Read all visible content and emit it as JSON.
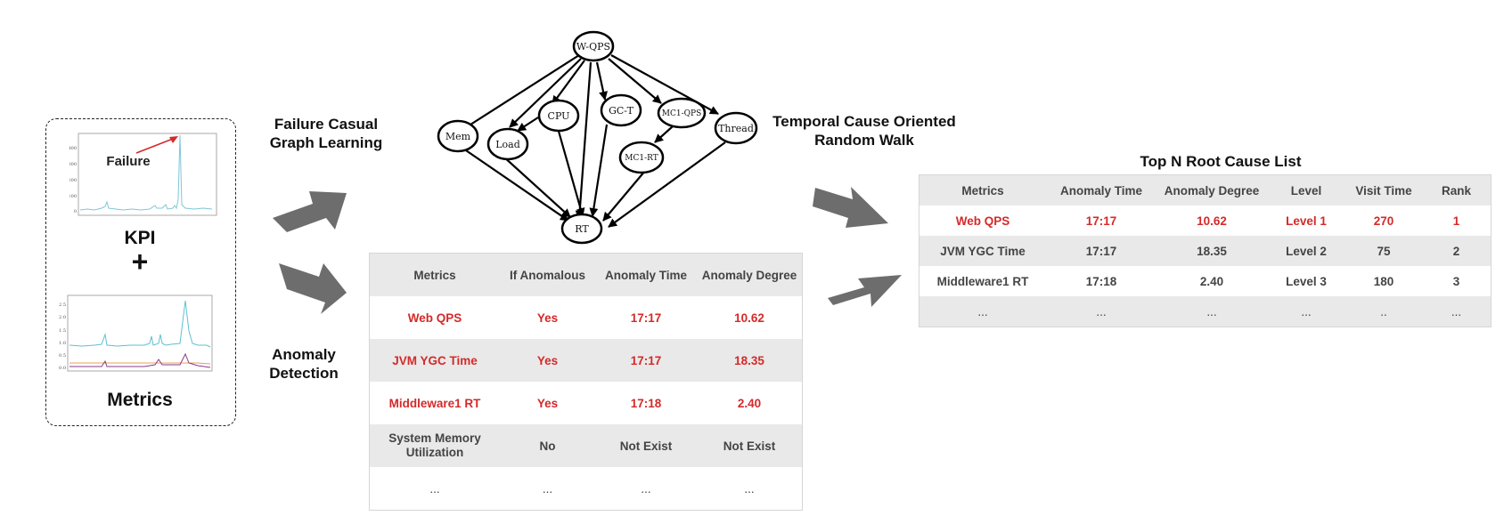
{
  "input": {
    "kpi_label": "KPI",
    "plus": "+",
    "metrics_label": "Metrics",
    "failure_annotation": "Failure",
    "kpi_yticks": [
      "400",
      "300",
      "200",
      "100",
      "0"
    ],
    "metrics_yticks": [
      "2.5",
      "2.0",
      "1.5",
      "1.0",
      "0.5",
      "0.0"
    ]
  },
  "steps": {
    "graph_learning": "Failure Casual\nGraph Learning",
    "anomaly_detection": "Anomaly\nDetection",
    "random_walk": "Temporal Cause Oriented\nRandom Walk"
  },
  "graph": {
    "nodes": [
      "W-QPS",
      "Mem",
      "Load",
      "CPU",
      "GC-T",
      "MC1-QPS",
      "Thread",
      "MC1-RT",
      "RT"
    ]
  },
  "anomaly_table": {
    "headers": [
      "Metrics",
      "If Anomalous",
      "Anomaly Time",
      "Anomaly Degree"
    ],
    "rows": [
      [
        "Web QPS",
        "Yes",
        "17:17",
        "10.62"
      ],
      [
        "JVM YGC Time",
        "Yes",
        "17:17",
        "18.35"
      ],
      [
        "Middleware1 RT",
        "Yes",
        "17:18",
        "2.40"
      ],
      [
        "System Memory\nUtilization",
        "No",
        "Not Exist",
        "Not Exist"
      ],
      [
        "...",
        "...",
        "...",
        "..."
      ]
    ]
  },
  "root_table": {
    "title": "Top N Root Cause List",
    "headers": [
      "Metrics",
      "Anomaly Time",
      "Anomaly  Degree",
      "Level",
      "Visit Time",
      "Rank"
    ],
    "rows": [
      [
        "Web QPS",
        "17:17",
        "10.62",
        "Level 1",
        "270",
        "1"
      ],
      [
        "JVM YGC Time",
        "17:17",
        "18.35",
        "Level 2",
        "75",
        "2"
      ],
      [
        "Middleware1 RT",
        "17:18",
        "2.40",
        "Level 3",
        "180",
        "3"
      ],
      [
        "...",
        "...",
        "...",
        "...",
        "..",
        "..."
      ]
    ]
  },
  "colors": {
    "highlight_red": "#d42a2a",
    "arrow_gray": "#6d6d6d",
    "row_shade": "#e9e9e9",
    "kpi_line": "#7fc6d8"
  }
}
